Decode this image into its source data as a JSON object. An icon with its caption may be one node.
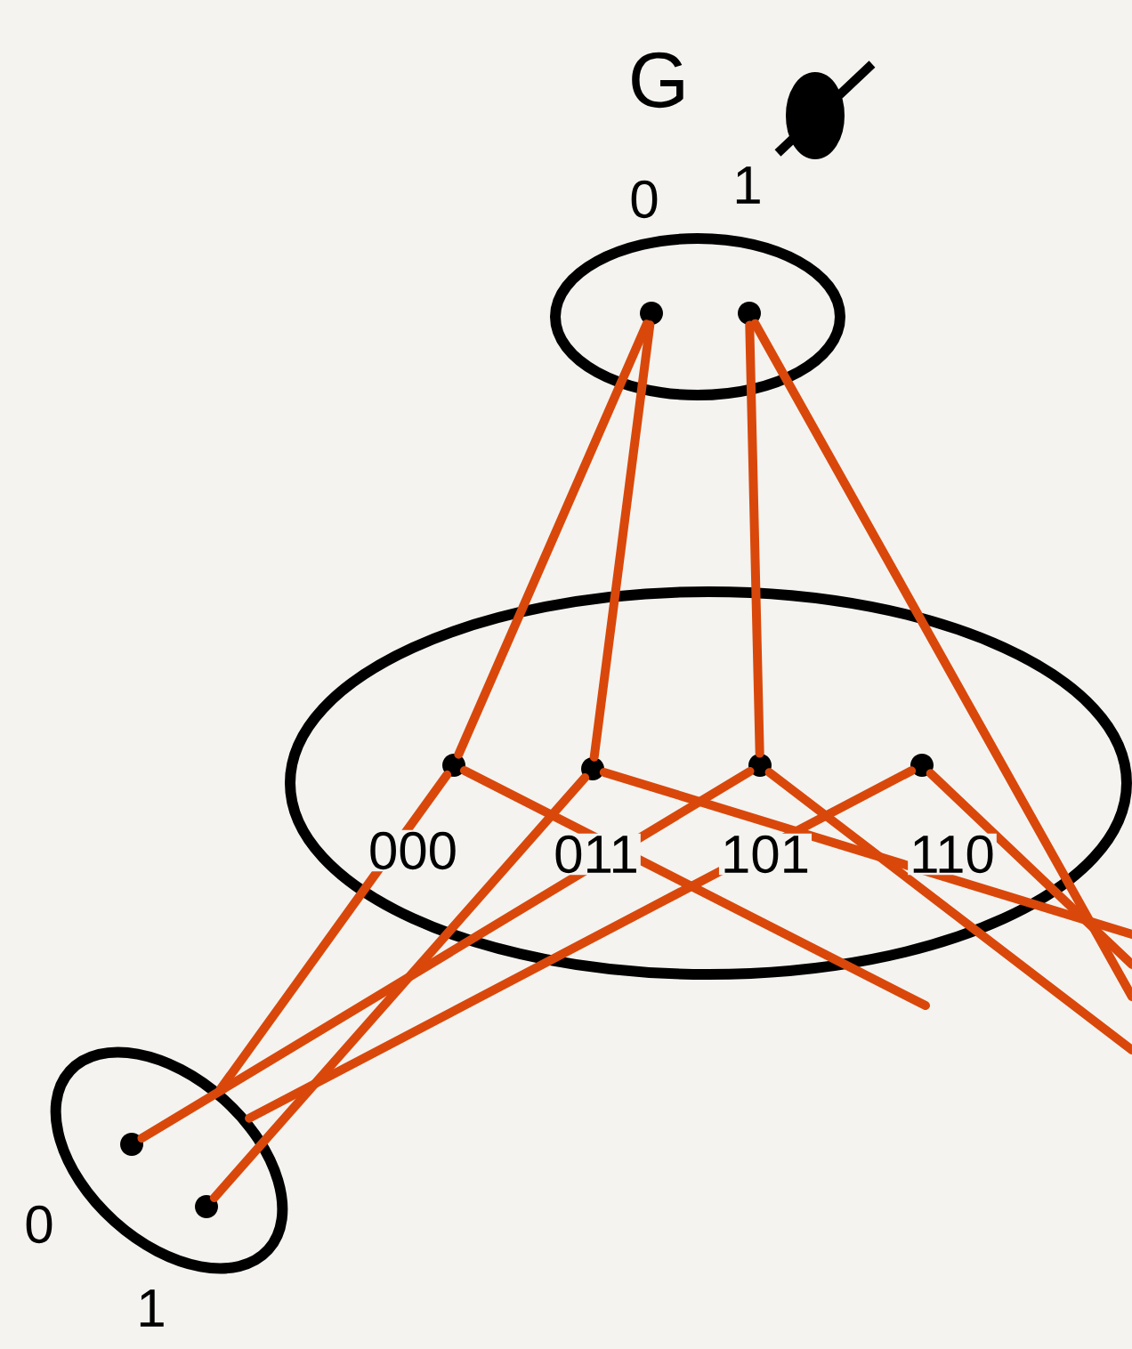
{
  "diagram": {
    "nodes": [
      {
        "text": [
          "G"
        ]
      },
      {
        "text": [],
        "shape": "circle",
        "in": 0
      },
      {
        "text": [],
        "shape": "circle",
        "in": 0
      },
      {
        "text": [],
        "shape": "ellipse"
      },
      {
        "text": [],
        "shape": "circle",
        "in": 3
      },
      {
        "text": [],
        "shape": "circle",
        "in": 3
      },
      {
        "text": [],
        "shape": "circle",
        "in": 3
      },
      {
        "text": [],
        "shape": "circle",
        "in": 3
      },
      {
        "text": [],
        "shape": "ellipse"
      },
      {
        "text": [],
        "shape": "circle",
        "in": 8
      },
      {
        "text": [],
        "shape": "circle",
        "in": 8
      }
    ],
    "edges": [
      {
        "from": 1,
        "to": 4,
        "arrow": "none"
      },
      {
        "from": 1,
        "to": 5,
        "arrow": "none"
      },
      {
        "from": 2,
        "to": 6,
        "arrow": "none"
      },
      {
        "from": 2,
        "to": null,
        "arrow": "none"
      },
      {
        "from": 4,
        "to": 8,
        "arrow": "none"
      },
      {
        "from": 4,
        "to": null,
        "arrow": "none"
      },
      {
        "from": 5,
        "to": 10,
        "arrow": "none"
      },
      {
        "from": 5,
        "to": null,
        "arrow": "none"
      },
      {
        "from": 6,
        "to": 9,
        "arrow": "none"
      },
      {
        "from": 6,
        "to": null,
        "arrow": "none"
      },
      {
        "from": 7,
        "to": 8,
        "arrow": "none"
      },
      {
        "from": 7,
        "to": null,
        "arrow": "none"
      }
    ],
    "labels": [
      "0",
      "1",
      "000",
      "011",
      "101",
      "110",
      "0",
      "1"
    ]
  }
}
